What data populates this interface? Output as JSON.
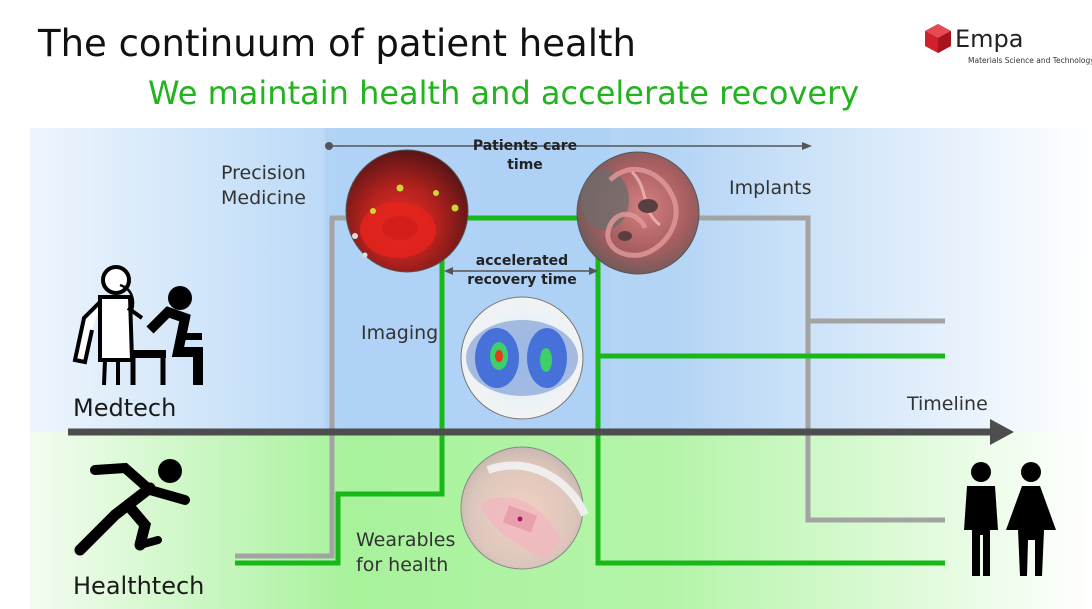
{
  "header": {
    "title": "The continuum of patient health",
    "subtitle": "We maintain health and accelerate recovery"
  },
  "logo": {
    "name": "Empa",
    "tagline": "Materials Science and Technology",
    "color": "#d0202b"
  },
  "labels": {
    "precision_medicine": [
      "Precision",
      "Medicine"
    ],
    "patients_care_time": [
      "Patients care",
      "time"
    ],
    "implants": "Implants",
    "accelerated_recovery_time": [
      "accelerated",
      "recovery time"
    ],
    "imaging": "Imaging",
    "timeline": "Timeline",
    "medtech": "Medtech",
    "healthtech": "Healthtech",
    "wearables": [
      "Wearables",
      "for health"
    ]
  },
  "colors": {
    "medtech_zone": "#b5d6f7",
    "healthtech_zone": "#a6f29a",
    "grey_path": "#a3a3a3",
    "green_path": "#17b817",
    "timeline_axis": "#4d4d4d",
    "accent_green": "#22b31e"
  },
  "icons": [
    "doctor-patient-icon",
    "runner-icon",
    "people-icon",
    "blood-cell-image",
    "implant-tissue-image",
    "imaging-scan-image",
    "wearable-patch-image",
    "empa-logo-icon"
  ]
}
